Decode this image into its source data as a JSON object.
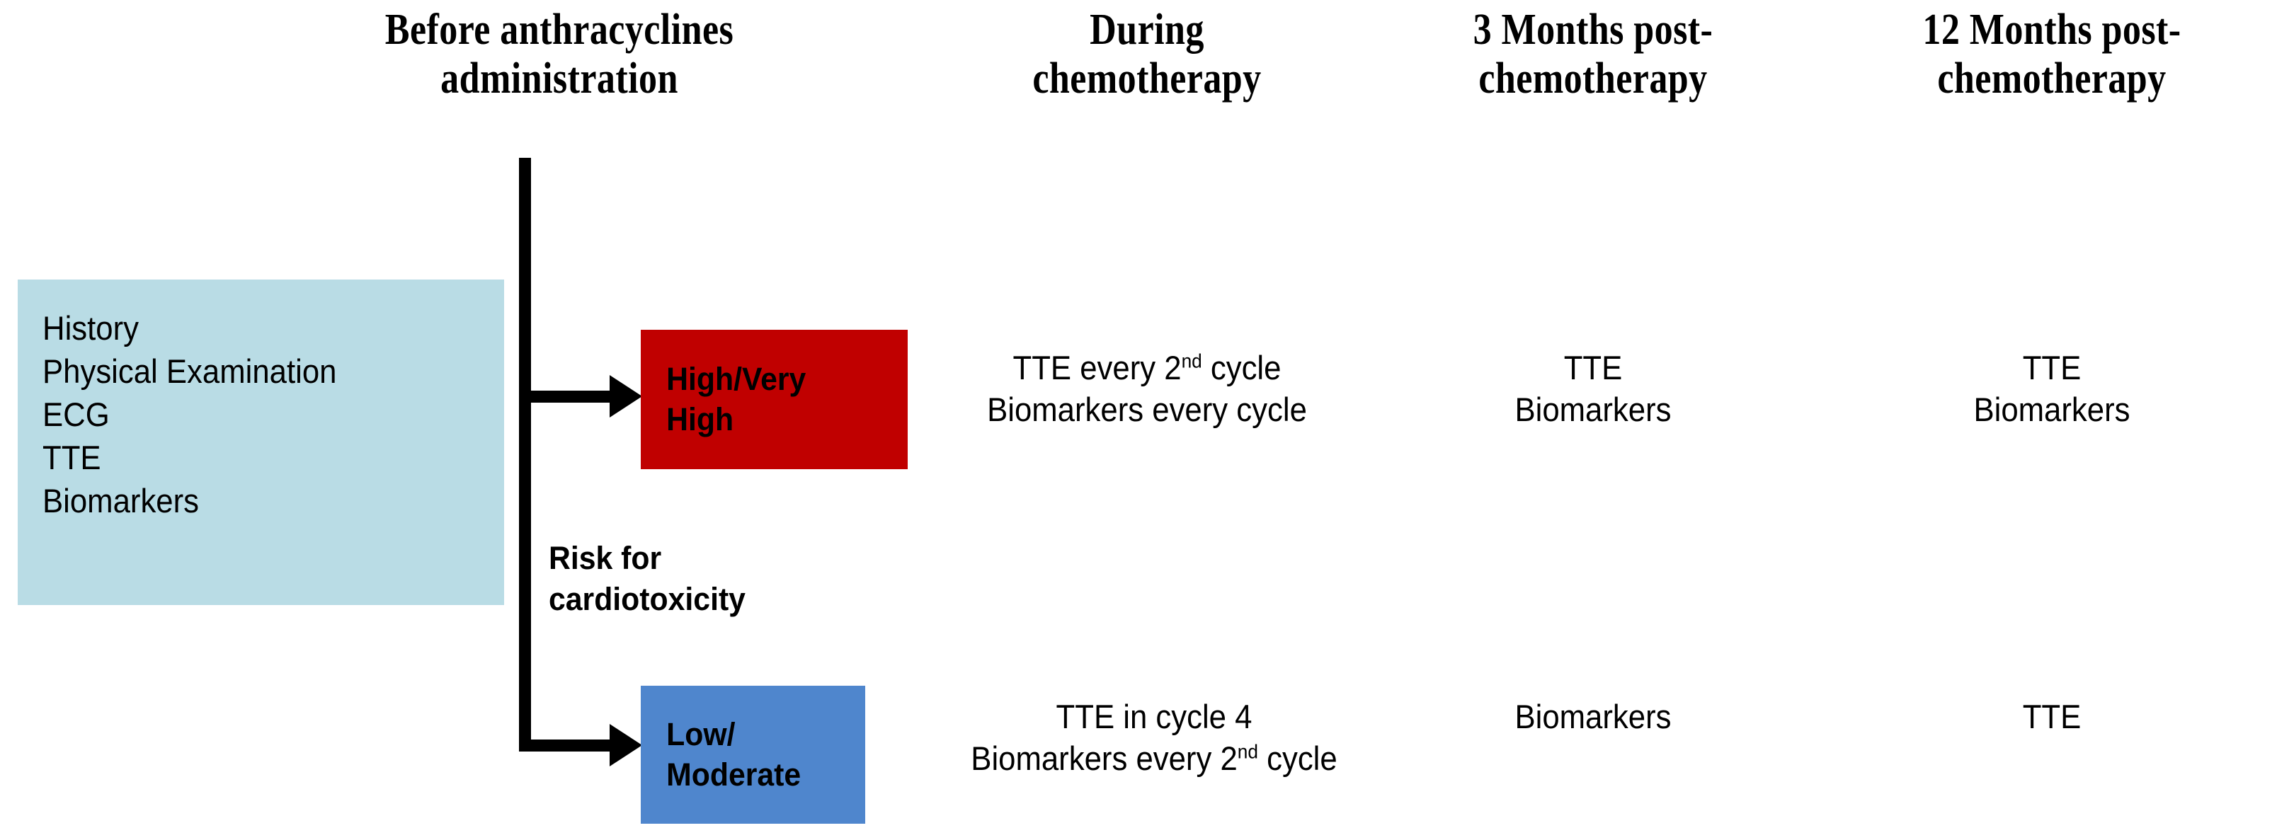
{
  "headers": {
    "before": "Before anthracyclines\nadministration",
    "during": "During\nchemotherapy",
    "three_months": "3 Months post-\nchemotherapy",
    "twelve_months": "12 Months post-\nchemotherapy"
  },
  "baseline_assessment": {
    "items": [
      "History",
      "Physical Examination",
      "ECG",
      "TTE",
      "Biomarkers"
    ]
  },
  "branch": {
    "annotation": "Risk for\ncardiotoxicity"
  },
  "risk_groups": [
    {
      "id": "high",
      "label": "High/Very\nHigh",
      "color": "#C00000",
      "during_chemotherapy": {
        "line1_prefix": "TTE every 2",
        "line1_sup": "nd",
        "line1_suffix": " cycle",
        "line2": "Biomarkers every cycle"
      },
      "three_months_post": {
        "line1": "TTE",
        "line2": "Biomarkers"
      },
      "twelve_months_post": {
        "line1": "TTE",
        "line2": "Biomarkers"
      }
    },
    {
      "id": "low",
      "label": "Low/\nModerate",
      "color": "#4F86CD",
      "during_chemotherapy": {
        "line1": "TTE in cycle 4",
        "line2_prefix": "Biomarkers every 2",
        "line2_sup": "nd",
        "line2_suffix": " cycle"
      },
      "three_months_post": {
        "line1": "Biomarkers"
      },
      "twelve_months_post": {
        "line1": "TTE"
      }
    }
  ],
  "colors": {
    "assessment_box": "#B9DCE5",
    "high_risk": "#C00000",
    "low_risk": "#4F86CD",
    "connector": "#000000",
    "text": "#000000",
    "background": "#FFFFFF"
  }
}
